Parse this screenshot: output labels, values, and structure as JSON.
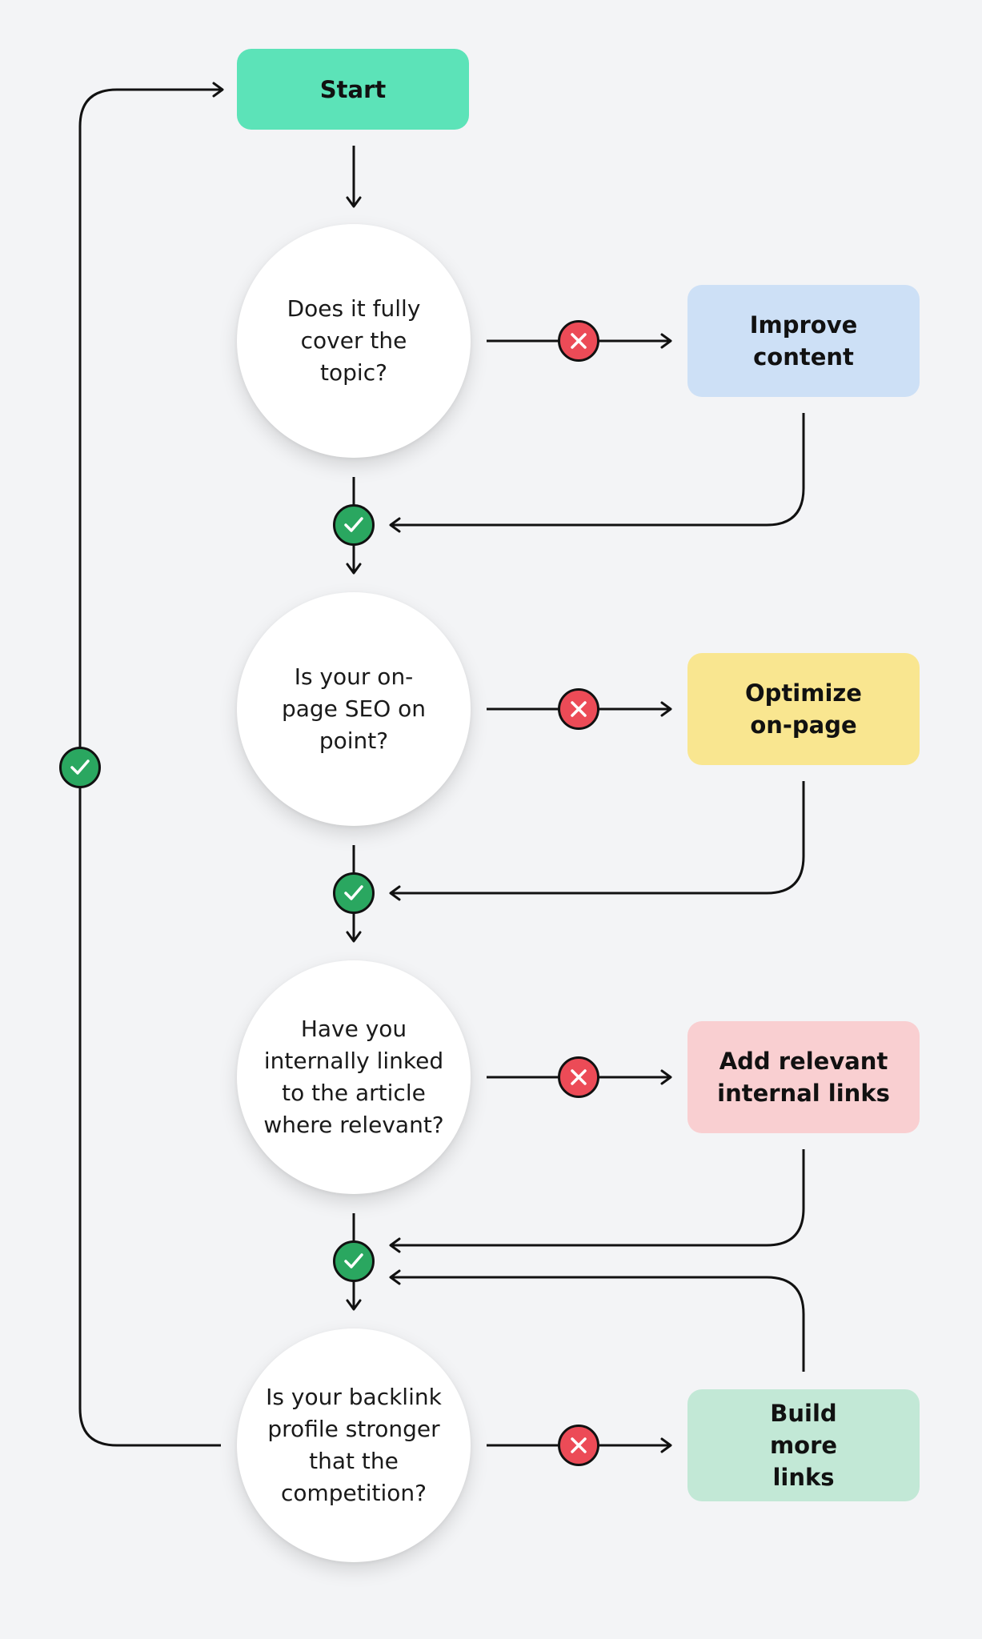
{
  "start": {
    "label": "Start",
    "color": "#5ce3b8"
  },
  "questions": [
    {
      "text": "Does it fully cover the topic?"
    },
    {
      "text": "Is your on-page SEO on point?"
    },
    {
      "text": "Have you internally linked to the article where relevant?"
    },
    {
      "text": "Is your backlink profile stronger that the competition?"
    }
  ],
  "actions": [
    {
      "label": "Improve content",
      "color": "#cde0f6"
    },
    {
      "label": "Optimize on-page",
      "color": "#f9e690"
    },
    {
      "label": "Add relevant internal links",
      "color": "#f9cfd1"
    },
    {
      "label": "Build more links",
      "color": "#c2e8d6"
    }
  ],
  "icons": {
    "yes": "checkmark-icon",
    "no": "x-mark-icon"
  },
  "colors": {
    "yes": "#2aa760",
    "no": "#ec4b57",
    "line": "#111111",
    "background": "#f3f4f6"
  }
}
